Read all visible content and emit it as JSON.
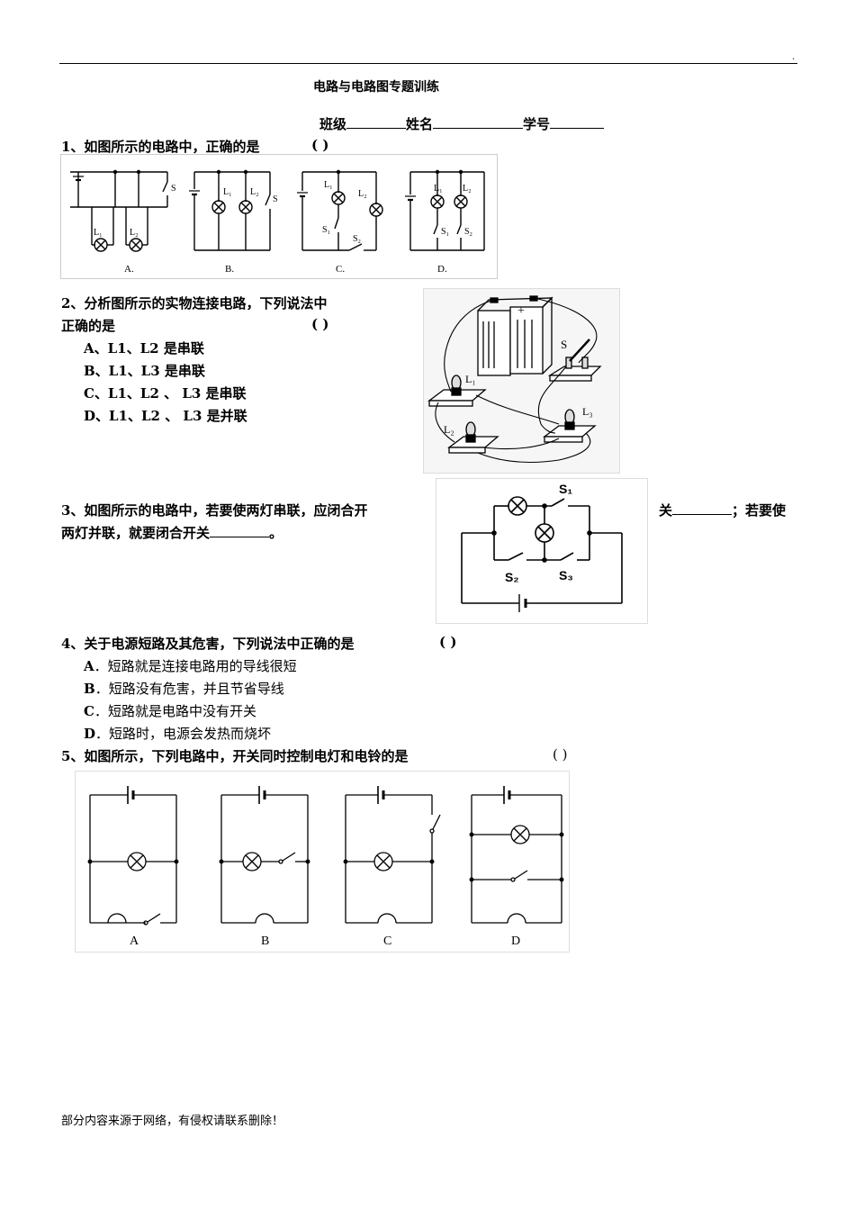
{
  "page": {
    "corner_mark": "."
  },
  "title": "电路与电路图专题训练",
  "info": {
    "class_label": "班级",
    "name_label": "姓名",
    "id_label": "学号"
  },
  "q1": {
    "text": "1、如图所示的电路中，正确的是",
    "paren": "(          )",
    "fig_labels": {
      "A": "A.",
      "B": "B.",
      "C": "C.",
      "D": "D.",
      "s": "S",
      "l1": "L₁",
      "l2": "L₂",
      "s1": "S₁",
      "s2": "S₂"
    }
  },
  "q2": {
    "text_line1": "2、分析图所示的实物连接电路，下列说法中",
    "text_line2": "正确的是",
    "paren": "(          )",
    "options": [
      "A、L1、L2 是串联",
      "B、L1、L3 是串联",
      "C、L1、L2 、 L3 是串联",
      "D、L1、L2 、 L3 是并联"
    ],
    "fig_labels": {
      "s": "S",
      "l1": "L₁",
      "l2": "L₂",
      "l3": "L₃",
      "plus": "+"
    }
  },
  "q3": {
    "text_part1": "3、如图所示的电路中，若要使两灯串联，应闭合开",
    "text_part2": "关",
    "text_part3": "；若要使",
    "text_line2": "两灯并联，就要闭合开关",
    "period": "。",
    "fig_labels": {
      "s1": "S₁",
      "s2": "S₂",
      "s3": "S₃"
    }
  },
  "q4": {
    "text": "4、关于电源短路及其危害，下列说法中正确的是",
    "paren": "(          )",
    "options": [
      {
        "letter": "A",
        "text": "．短路就是连接电路用的导线很短"
      },
      {
        "letter": "B",
        "text": "．短路没有危害，并且节省导线"
      },
      {
        "letter": "C",
        "text": "．短路就是电路中没有开关"
      },
      {
        "letter": "D",
        "text": "．短路时，电源会发热而烧坏"
      }
    ]
  },
  "q5": {
    "text": "5、如图所示，下列电路中，开关同时控制电灯和电铃的是",
    "paren": "(          )",
    "fig_labels": {
      "A": "A",
      "B": "B",
      "C": "C",
      "D": "D"
    }
  },
  "footer": "部分内容来源于网络，有侵权请联系删除！"
}
